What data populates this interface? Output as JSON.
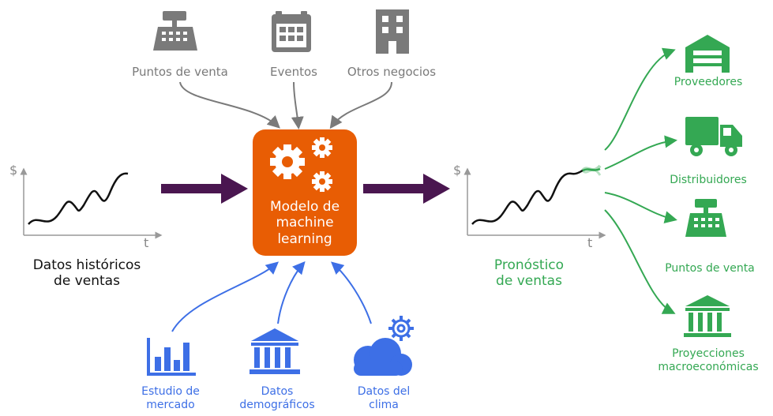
{
  "inputs_top": {
    "pos": "Puntos de venta",
    "events": "Eventos",
    "other": "Otros negocios"
  },
  "center": {
    "label": "Modelo de\nmachine\nlearning"
  },
  "left_chart": {
    "y_axis": "$",
    "x_axis": "t",
    "caption": "Datos históricos\nde ventas"
  },
  "right_chart": {
    "y_axis": "$",
    "x_axis": "t",
    "caption": "Pronóstico\nde ventas"
  },
  "inputs_bottom": {
    "market": "Estudio de\nmercado",
    "demographics": "Datos\ndemográficos",
    "weather": "Datos del\nclima"
  },
  "outputs": {
    "suppliers": "Proveedores",
    "distributors": "Distribuidores",
    "pos": "Puntos de venta",
    "macro": "Proyecciones\nmacroeconómicas"
  },
  "colors": {
    "gray": "#7a7a7a",
    "orange": "#e85d04",
    "purple": "#4a1650",
    "blue": "#3d6fe6",
    "green": "#34a853"
  }
}
